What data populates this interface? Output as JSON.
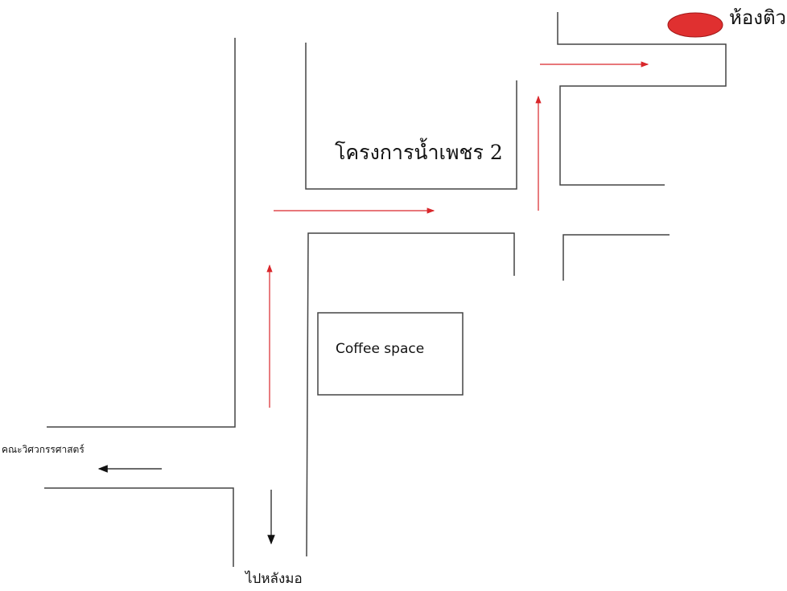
{
  "labels": {
    "destination": "ห้องติว",
    "project": "โครงการน้ำเพชร 2",
    "cafe": "Coffee space",
    "faculty": "คณะวิศวกรรศาสตร์",
    "back": "ไปหลังมอ"
  },
  "colors": {
    "route": "#d9262a",
    "road": "#333333",
    "marker": "#e03030"
  }
}
